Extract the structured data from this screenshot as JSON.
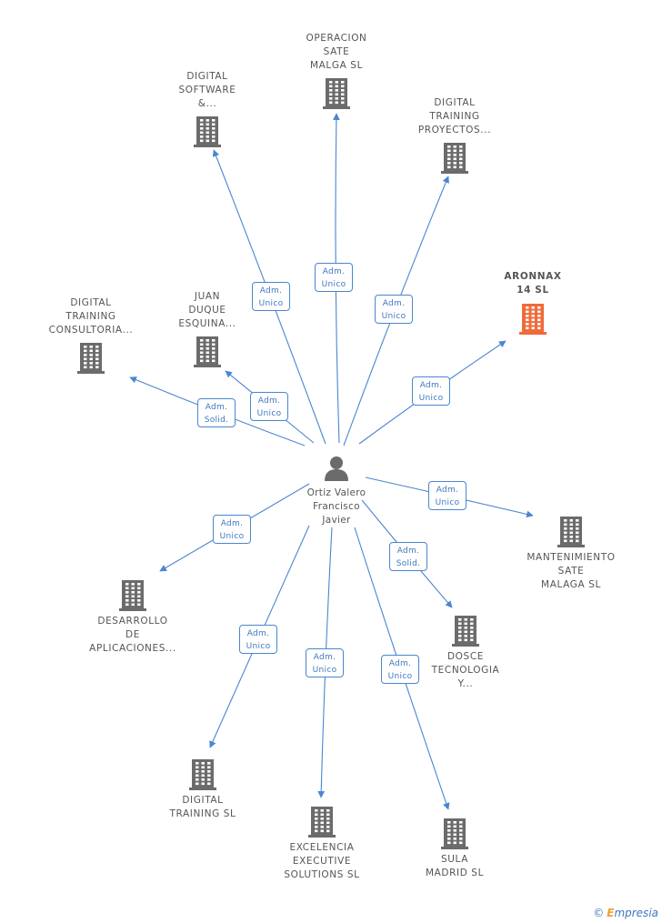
{
  "center": {
    "name": "Ortiz Valero\nFrancisco\nJavier",
    "icon": "person-icon"
  },
  "companies": [
    {
      "id": "operacion-sate-malga",
      "label": "OPERACION\nSATE\nMALGA SL",
      "icon": "building-icon",
      "highlight": false
    },
    {
      "id": "digital-software",
      "label": "DIGITAL\nSOFTWARE\n&...",
      "icon": "building-icon",
      "highlight": false
    },
    {
      "id": "digital-training-proyectos",
      "label": "DIGITAL\nTRAINING\nPROYECTOS...",
      "icon": "building-icon",
      "highlight": false
    },
    {
      "id": "aronnax-14",
      "label": "ARONNAX\n14 SL",
      "icon": "building-icon",
      "highlight": true
    },
    {
      "id": "digital-training-consultoria",
      "label": "DIGITAL\nTRAINING\nCONSULTORIA...",
      "icon": "building-icon",
      "highlight": false
    },
    {
      "id": "juan-duque-esquina",
      "label": "JUAN\nDUQUE\nESQUINA...",
      "icon": "building-icon",
      "highlight": false
    },
    {
      "id": "mantenimiento-sate-malaga",
      "label": "MANTENIMIENTO\nSATE\nMALAGA SL",
      "icon": "building-icon",
      "highlight": false
    },
    {
      "id": "desarrollo-aplicaciones",
      "label": "DESARROLLO\nDE\nAPLICACIONES...",
      "icon": "building-icon",
      "highlight": false
    },
    {
      "id": "dosce-tecnologia",
      "label": "DOSCE\nTECNOLOGIA\nY...",
      "icon": "building-icon",
      "highlight": false
    },
    {
      "id": "digital-training-sl",
      "label": "DIGITAL\nTRAINING SL",
      "icon": "building-icon",
      "highlight": false
    },
    {
      "id": "excelencia-executive",
      "label": "EXCELENCIA\nEXECUTIVE\nSOLUTIONS SL",
      "icon": "building-icon",
      "highlight": false
    },
    {
      "id": "sula-madrid",
      "label": "SULA\nMADRID SL",
      "icon": "building-icon",
      "highlight": false
    }
  ],
  "relations": [
    {
      "target": "operacion-sate-malga",
      "line1": "Adm.",
      "line2": "Unico"
    },
    {
      "target": "digital-software",
      "line1": "Adm.",
      "line2": "Unico"
    },
    {
      "target": "digital-training-proyectos",
      "line1": "Adm.",
      "line2": "Unico"
    },
    {
      "target": "aronnax-14",
      "line1": "Adm.",
      "line2": "Unico"
    },
    {
      "target": "digital-training-consultoria",
      "line1": "Adm.",
      "line2": "Solid."
    },
    {
      "target": "juan-duque-esquina",
      "line1": "Adm.",
      "line2": "Unico"
    },
    {
      "target": "mantenimiento-sate-malaga",
      "line1": "Adm.",
      "line2": "Unico"
    },
    {
      "target": "desarrollo-aplicaciones",
      "line1": "Adm.",
      "line2": "Unico"
    },
    {
      "target": "dosce-tecnologia",
      "line1": "Adm.",
      "line2": "Solid."
    },
    {
      "target": "digital-training-sl",
      "line1": "Adm.",
      "line2": "Unico"
    },
    {
      "target": "excelencia-executive",
      "line1": "Adm.",
      "line2": "Unico"
    },
    {
      "target": "sula-madrid",
      "line1": "Adm.",
      "line2": "Unico"
    }
  ],
  "colors": {
    "edge": "#4a86d0",
    "building": "#6b6b6b",
    "highlight": "#f06a3a"
  },
  "watermark": {
    "copyright": "©",
    "brand_initial": "E",
    "brand_rest": "mpresia"
  }
}
